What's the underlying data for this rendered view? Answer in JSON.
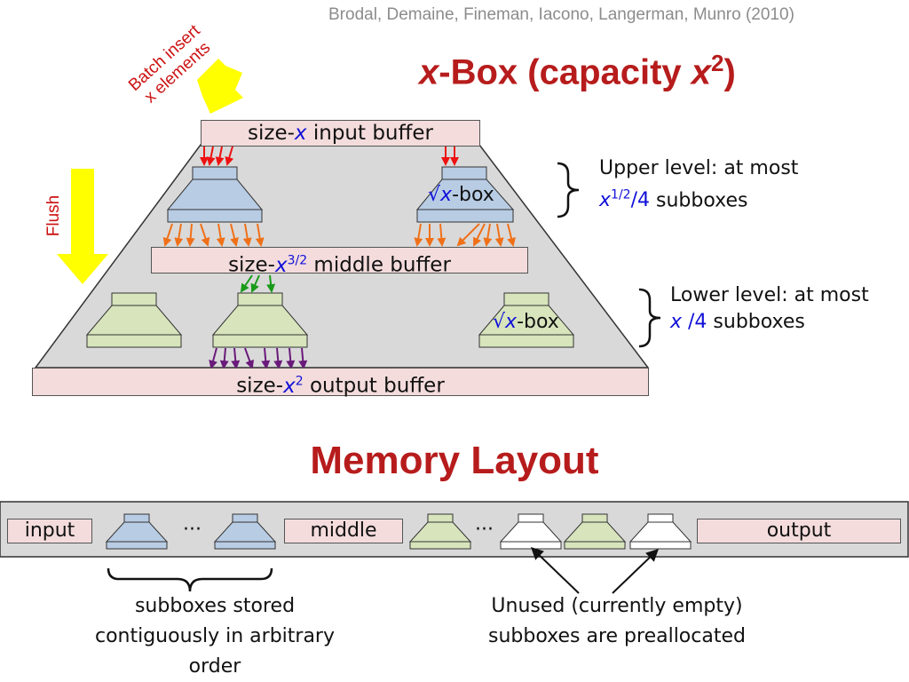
{
  "citation": "Brodal, Demaine, Fineman, Iacono, Langerman, Munro (2010)",
  "title": {
    "x": "x",
    "mid": "-Box (capacity ",
    "x2": "x",
    "sup": "2",
    "end": ")"
  },
  "arrows": {
    "batch_line1": "Batch insert",
    "batch_line2": "x elements",
    "flush": "Flush"
  },
  "buffers": {
    "input": {
      "pre": "size-",
      "var": "x",
      "post": " input buffer"
    },
    "middle": {
      "pre": "size-",
      "var": "x",
      "sup": "3/2",
      "post": " middle buffer"
    },
    "output": {
      "pre": "size-",
      "var": "x",
      "sup": "2",
      "post": " output buffer"
    }
  },
  "subbox_label_upper": {
    "root": "√",
    "var": "x",
    "post": "-box"
  },
  "subbox_label_lower": {
    "root": "√",
    "var": "x",
    "post": "-box"
  },
  "upper_level": {
    "line1": "Upper level: at most",
    "var": "x",
    "sup": "1/2",
    "frac": "/4",
    "post": " subboxes"
  },
  "lower_level": {
    "line1": "Lower level: at most",
    "var": "x",
    "frac": " /4",
    "post": " subboxes"
  },
  "memory_title": "Memory Layout",
  "memory": {
    "input": "input",
    "middle": "middle",
    "output": "output",
    "ellipsis1": "···",
    "ellipsis2": "···"
  },
  "captions": {
    "left1": "subboxes stored",
    "left2": "contiguously in arbitrary",
    "left3": "order",
    "right1": "Unused (currently empty)",
    "right2": "subboxes are preallocated"
  },
  "colors": {
    "upper_box": "#b8cce4",
    "lower_box": "#d7e4bc",
    "buffer": "#f4dcdc",
    "trapezoid": "#d9d9d9",
    "arrow_red": "#ee1111",
    "arrow_orange": "#f07018",
    "arrow_green": "#1a9a1a",
    "arrow_purple": "#6a1a7a",
    "yellow": "#ffff00"
  }
}
